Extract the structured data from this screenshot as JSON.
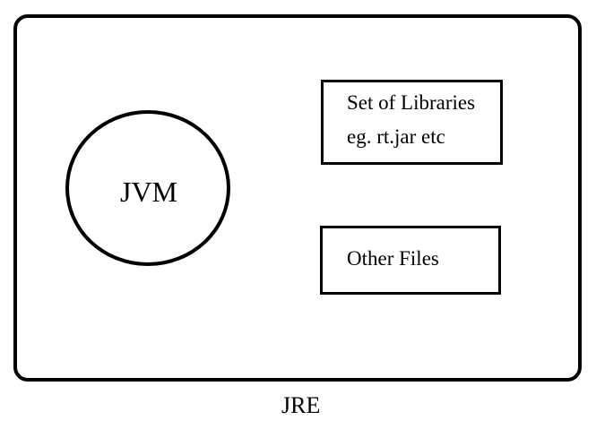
{
  "jre": {
    "label": "JRE"
  },
  "jvm": {
    "label": "JVM"
  },
  "libraries": {
    "line1": "Set of Libraries",
    "line2": "eg. rt.jar etc"
  },
  "other_files": {
    "label": "Other Files"
  },
  "colors": {
    "stroke": "#000000",
    "background": "#ffffff"
  }
}
